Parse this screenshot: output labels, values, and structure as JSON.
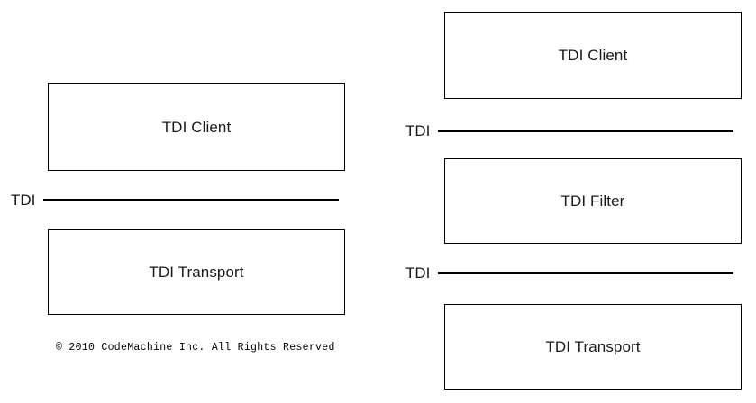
{
  "diagrams": [
    {
      "id": "tdi-without-filter",
      "boxes": [
        {
          "label": "TDI Client"
        },
        {
          "label": "TDI Transport"
        }
      ],
      "interfaces": [
        {
          "label": "TDI"
        }
      ],
      "footer": "© 2010 CodeMachine Inc. All Rights Reserved"
    },
    {
      "id": "tdi-with-filter",
      "boxes": [
        {
          "label": "TDI Client"
        },
        {
          "label": "TDI Filter"
        },
        {
          "label": "TDI Transport"
        }
      ],
      "interfaces": [
        {
          "label": "TDI"
        },
        {
          "label": "TDI"
        }
      ]
    }
  ],
  "style": {
    "background": "#ffffff",
    "box_border_color": "#000000",
    "text_color": "#1a1a1a",
    "line_color": "#000000"
  }
}
